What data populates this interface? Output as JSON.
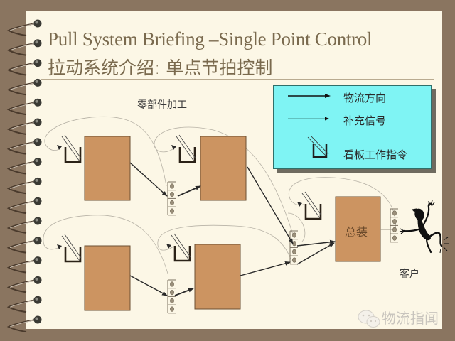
{
  "slide": {
    "title_en": "Pull System Briefing –Single Point Control",
    "title_zh": "拉动系统介绍: 单点节拍控制",
    "section_label": "零部件加工",
    "assembly_label": "总装",
    "customer_label": "客户"
  },
  "legend": {
    "items": [
      {
        "icon": "thick-arrow-icon",
        "label": "物流方向"
      },
      {
        "icon": "thin-arrow-icon",
        "label": "补充信号"
      },
      {
        "icon": "kanban-post-icon",
        "label": "看板工作指令"
      }
    ]
  },
  "colors": {
    "background": "#8a7560",
    "paper": "#fcf7e6",
    "process_box": "#cc9461",
    "legend_fill": "#7ff4f4",
    "title_text": "#7a6a4e"
  },
  "watermark": {
    "icon": "wechat-icon",
    "text": "物流指闻"
  }
}
